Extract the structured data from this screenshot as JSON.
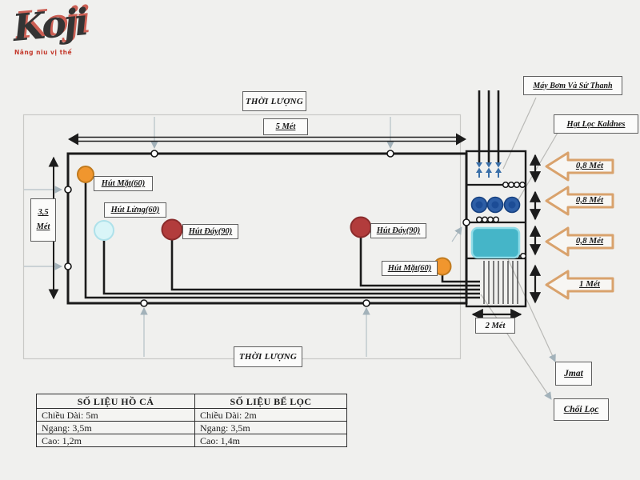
{
  "logo": {
    "text": "Koji",
    "tagline": "Nâng niu vị thế"
  },
  "top_measure": {
    "duration": "THỜI LƯỢNG",
    "length": "5 Mét"
  },
  "bottom_measure": {
    "duration": "THỜI LƯỢNG"
  },
  "left_measure": {
    "line1": "3,5",
    "line2": "Mét"
  },
  "filter_measure": {
    "width": "2 Mét"
  },
  "drains": [
    {
      "id": "surface-drain-1",
      "label": "Hút Mặt(60)"
    },
    {
      "id": "mid-drain",
      "label": "Hút Lửng(60)"
    },
    {
      "id": "bottom-drain-1",
      "label": "Hút Đáy(90)"
    },
    {
      "id": "bottom-drain-2",
      "label": "Hút Đáy(90)"
    },
    {
      "id": "surface-drain-2",
      "label": "Hút Mặt(60)"
    }
  ],
  "filter_callouts": {
    "pump": "Máy Bơm Và Sứ Thanh",
    "kaldnes": "Hạt Lọc Kaldnes",
    "jmat": "Jmat",
    "brush": "Chổi Lọc"
  },
  "depth_arrows": [
    "0,8 Mét",
    "0,8 Mét",
    "0,8 Mét",
    "1 Mét"
  ],
  "table": {
    "headers": [
      "SỐ LIỆU HỒ CÁ",
      "SỐ LIỆU BỂ LỌC"
    ],
    "rows": [
      [
        "Chiều Dài: 5m",
        "Chiều Dài: 2m"
      ],
      [
        "Ngang: 3,5m",
        "Ngang: 3,5m"
      ],
      [
        "Cao: 1,2m",
        "Cao: 1,4m"
      ]
    ]
  },
  "colors": {
    "surface_drain": "#f0962e",
    "mid_drain": "#d9f5f8",
    "bottom_drain": "#b23c3c",
    "media_ball": "#2d5ea6",
    "jmat_pad": "#45b5c8",
    "depth_arrow_outline": "#d9a26c",
    "logo_red": "#c43b2e"
  }
}
